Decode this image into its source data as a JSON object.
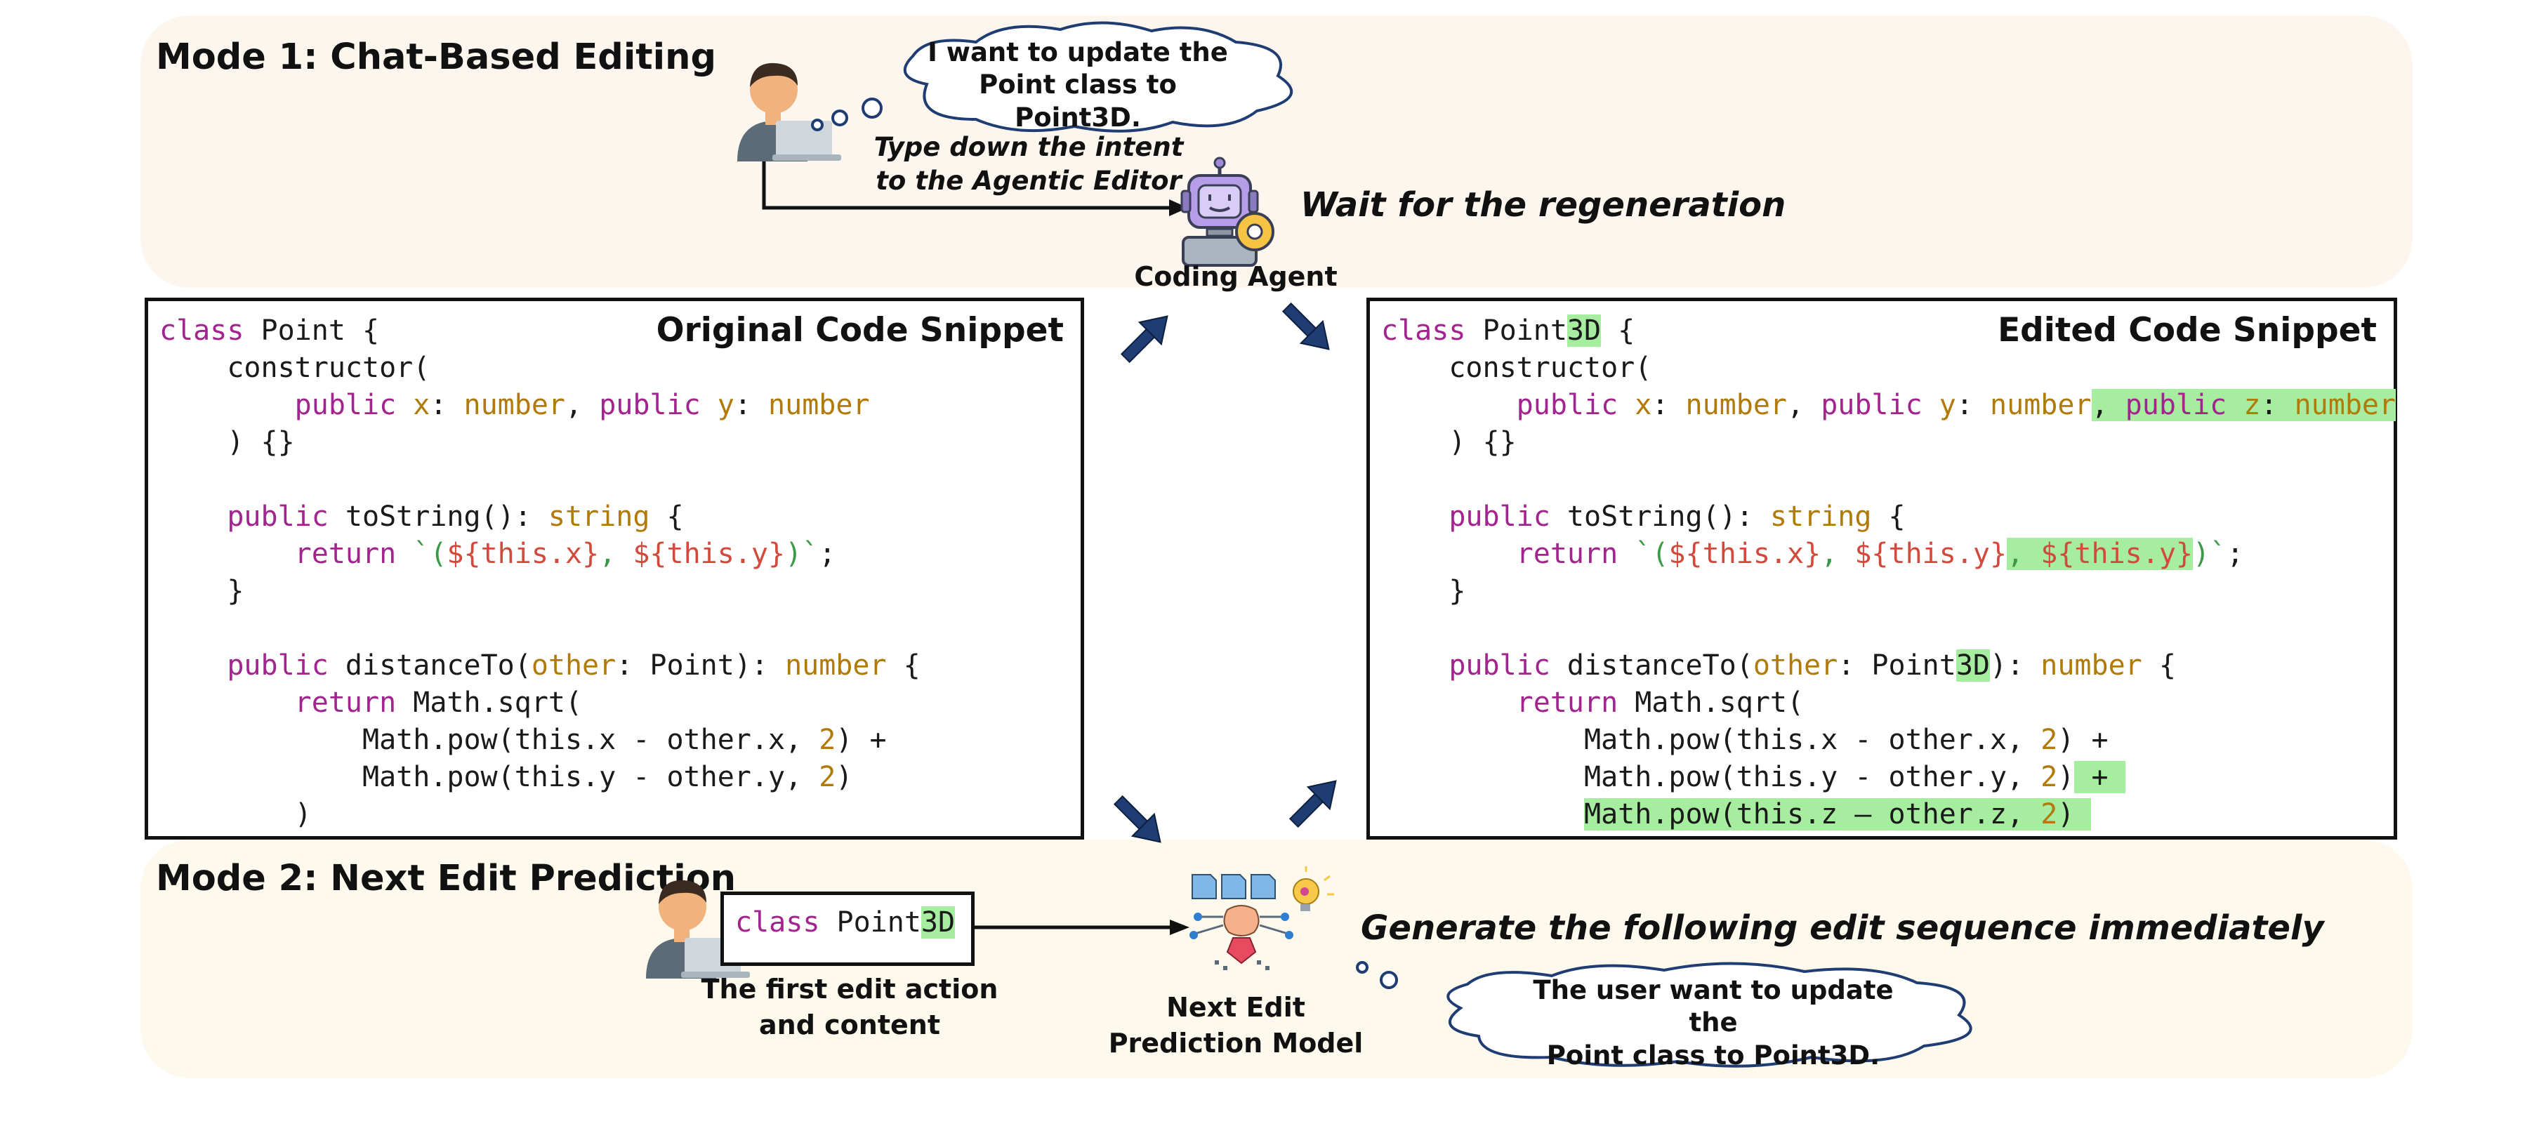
{
  "mode1": {
    "title": "Mode 1: Chat-Based Editing",
    "thought": [
      "I want to update the",
      "Point class to Point3D."
    ],
    "instruction": [
      "Type down the intent",
      "to the Agentic Editor"
    ],
    "agent_label": "Coding Agent",
    "wait_label": "Wait for the regeneration"
  },
  "original_panel": {
    "title": "Original Code Snippet"
  },
  "edited_panel": {
    "title": "Edited Code Snippet"
  },
  "mode2": {
    "title": "Mode 2: Next Edit Prediction",
    "snippet_kw": "class",
    "snippet_name": " Point",
    "snippet_added": "3D",
    "first_edit_label": [
      "The first edit action",
      "and content"
    ],
    "model_label": [
      "Next Edit",
      "Prediction Model"
    ],
    "generate_label": "Generate the following edit sequence immediately",
    "thought": [
      "The user want to update the",
      "Point class to Point3D."
    ]
  },
  "colors": {
    "keyword": "#a2248f",
    "type": "#b07b0a",
    "string": "#3b9a45",
    "interpolation": "#d24a3b",
    "highlight": "#a6ed9f",
    "arrow": "#1f3d73",
    "band1": "#fdf6ee",
    "band2": "#fdf9ec"
  },
  "icons": [
    "user-laptop-icon",
    "robot-agent-icon",
    "neural-model-icon",
    "thought-cloud-icon"
  ]
}
